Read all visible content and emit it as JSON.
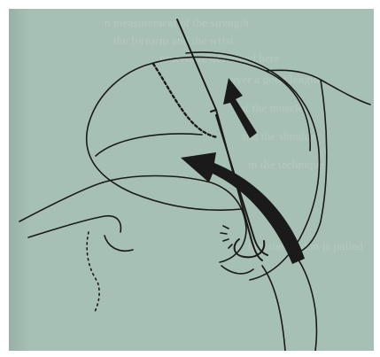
{
  "document": {
    "kind": "scanned book page with line illustration",
    "bleed_through_lines": [
      "n measurement of the strength",
      "the forearm and the wrist",
      "procedure described here",
      "over a good length",
      "of the muscle",
      "and the shoulder",
      "in the technique",
      "",
      "",
      "",
      "",
      "",
      "that the tendon is pulled"
    ]
  },
  "figure": {
    "subject": "anatomical line drawing with probe instrument and two black directional arrows",
    "arrow_color": "#1a1a1a",
    "line_color": "#1a1a1a",
    "page_color": "#a7c0b5"
  }
}
